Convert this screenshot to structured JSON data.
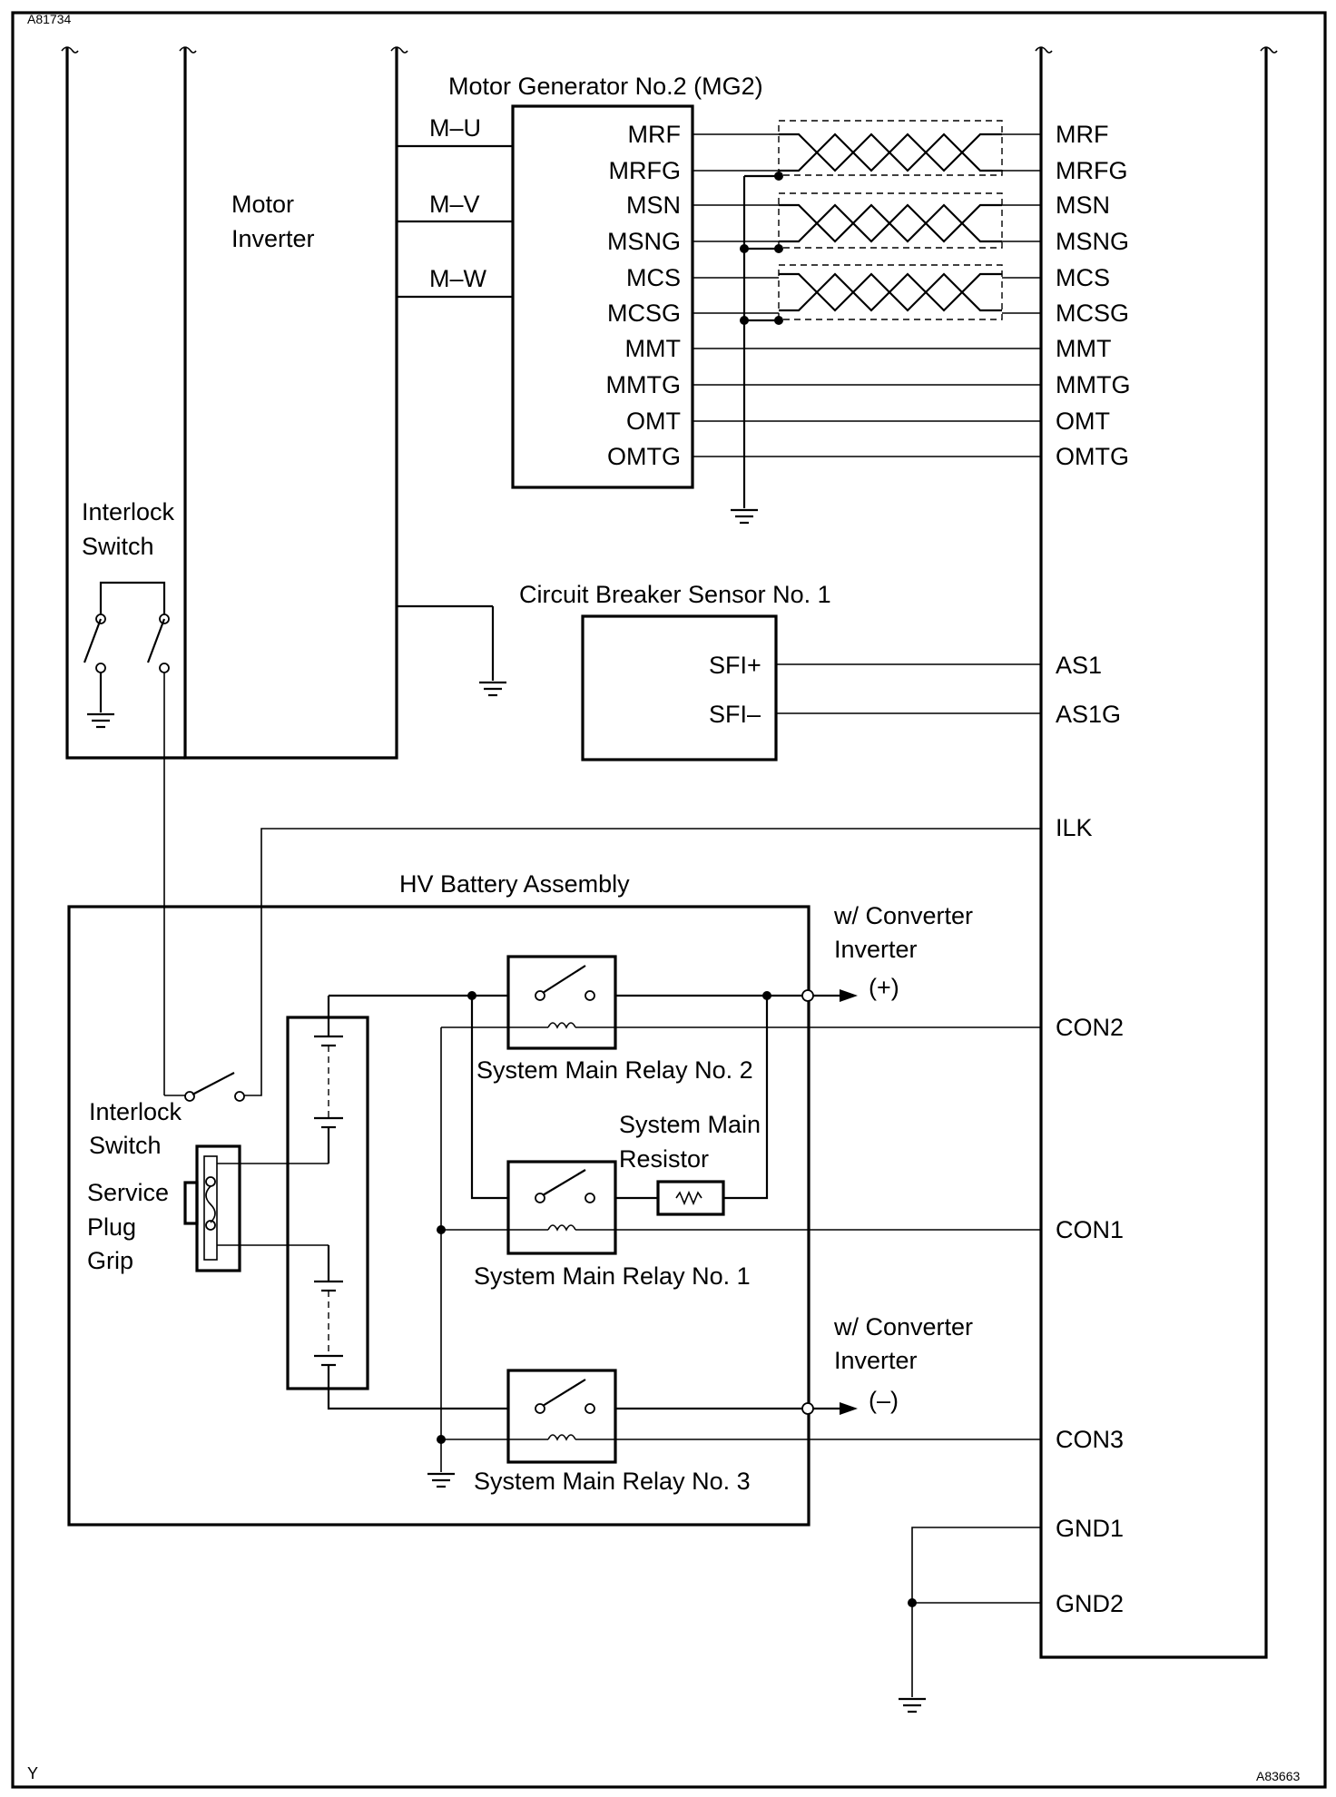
{
  "corner_codes": {
    "top_left": "A81734",
    "bottom_left": "Y",
    "bottom_right": "A83663"
  },
  "components": {
    "mg2": "Motor Generator No.2 (MG2)",
    "motor_inverter_line1": "Motor",
    "motor_inverter_line2": "Inverter",
    "interlock_switch_top_line1": "Interlock",
    "interlock_switch_top_line2": "Switch",
    "circuit_breaker": "Circuit Breaker Sensor No. 1",
    "hv_battery": "HV Battery Assembly",
    "interlock_switch_bat_line1": "Interlock",
    "interlock_switch_bat_line2": "Switch",
    "service_plug_line1": "Service",
    "service_plug_line2": "Plug",
    "service_plug_line3": "Grip",
    "smr2": "System Main Relay No. 2",
    "smr1": "System Main Relay No. 1",
    "smr3": "System Main Relay No. 3",
    "resistor_line1": "System Main",
    "resistor_line2": "Resistor",
    "conv_pos_line1": "w/ Converter",
    "conv_pos_line2": "Inverter",
    "conv_pos_terminal": "(+)",
    "conv_neg_line1": "w/ Converter",
    "conv_neg_line2": "Inverter",
    "conv_neg_terminal": "(–)"
  },
  "inverter_terminals": [
    "M–U",
    "M–V",
    "M–W"
  ],
  "mg2_pins": [
    "MRF",
    "MRFG",
    "MSN",
    "MSNG",
    "MCS",
    "MCSG",
    "MMT",
    "MMTG",
    "OMT",
    "OMTG"
  ],
  "breaker_pins": [
    "SFI+",
    "SFI–"
  ],
  "ecu_pins": {
    "mg2": [
      "MRF",
      "MRFG",
      "MSN",
      "MSNG",
      "MCS",
      "MCSG",
      "MMT",
      "MMTG",
      "OMT",
      "OMTG"
    ],
    "as1": "AS1",
    "as1g": "AS1G",
    "ilk": "ILK",
    "con2": "CON2",
    "con1": "CON1",
    "con3": "CON3",
    "gnd1": "GND1",
    "gnd2": "GND2"
  }
}
